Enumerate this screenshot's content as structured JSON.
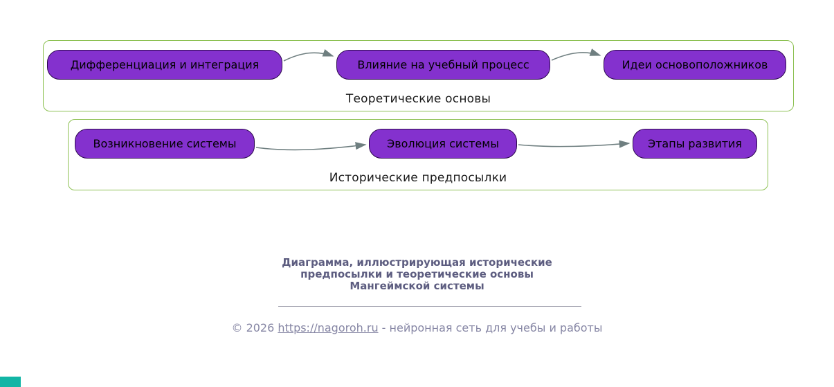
{
  "clusters": [
    {
      "label": "Теоретические основы",
      "nodes": [
        "Дифференциация и интеграция",
        "Влияние на учебный процесс",
        "Идеи основоположников"
      ]
    },
    {
      "label": "Исторические предпосылки",
      "nodes": [
        "Возникновение системы",
        "Эволюция  системы",
        "Этапы развития"
      ]
    }
  ],
  "caption": {
    "lines": [
      "Диаграмма, иллюстрирующая исторические",
      "предпосылки и теоретические основы",
      "Мангеймской системы"
    ]
  },
  "footer": {
    "prefix": "© 2026 ",
    "link": "https://nagoroh.ru",
    "suffix": " - нейронная сеть для учебы и работы"
  },
  "colors": {
    "node_fill": "#8431ce",
    "node_border": "#2d0a4e",
    "cluster_border": "#8dc153",
    "arrow": "#6f7f80",
    "caption_text": "#5d5d80",
    "footer_text": "#8787a5",
    "corner_accent": "#12b5a5"
  }
}
